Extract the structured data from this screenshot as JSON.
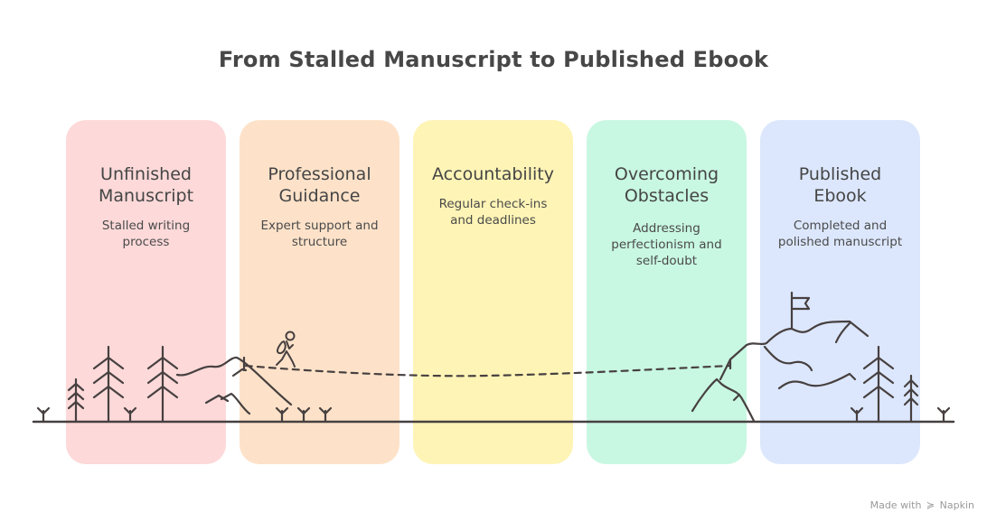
{
  "title": "From Stalled Manuscript to Published Ebook",
  "stages": [
    {
      "title_line1": "Unfinished",
      "title_line2": "Manuscript",
      "desc_line1": "Stalled writing",
      "desc_line2": "process",
      "desc_line3": "",
      "color": "#FDD9D9"
    },
    {
      "title_line1": "Professional",
      "title_line2": "Guidance",
      "desc_line1": "Expert support and",
      "desc_line2": "structure",
      "desc_line3": "",
      "color": "#FDE2C9"
    },
    {
      "title_line1": "Accountability",
      "title_line2": "",
      "desc_line1": "Regular check-ins",
      "desc_line2": "and deadlines",
      "desc_line3": "",
      "color": "#FEF4B6"
    },
    {
      "title_line1": "Overcoming",
      "title_line2": "Obstacles",
      "desc_line1": "Addressing",
      "desc_line2": "perfectionism and",
      "desc_line3": "self-doubt",
      "color": "#C8F7E2"
    },
    {
      "title_line1": "Published",
      "title_line2": "Ebook",
      "desc_line1": "Completed and",
      "desc_line2": "polished manuscript",
      "desc_line3": "",
      "color": "#DCE7FD"
    }
  ],
  "footer": {
    "made_with": "Made with",
    "logo_glyph": "≽",
    "brand": "Napkin"
  }
}
